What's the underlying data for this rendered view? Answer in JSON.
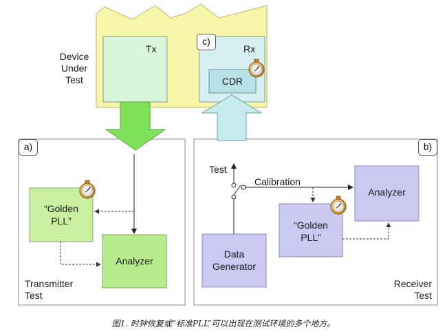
{
  "dut": {
    "label_line1": "Device",
    "label_line2": "Under",
    "label_line3": "Test",
    "tx_label": "Tx",
    "rx_label": "Rx",
    "cdr_label": "CDR",
    "rx_tag": "c)"
  },
  "transmitter_test": {
    "tag": "a)",
    "golden_pll_line1": "“Golden",
    "golden_pll_line2": "PLL”",
    "analyzer_label": "Analyzer",
    "title_line1": "Transmitter",
    "title_line2": "Test"
  },
  "receiver_test": {
    "tag": "b)",
    "test_label": "Test",
    "calibration_label": "Calibration",
    "analyzer_label": "Analyzer",
    "golden_pll_line1": "“Golden",
    "golden_pll_line2": "PLL”",
    "data_generator_line1": "Data",
    "data_generator_line2": "Generator",
    "title_line1": "Receiver",
    "title_line2": "Test"
  },
  "caption": "图1. 时钟恢复或“标准PLL”可以出现在测试环境的多个地方。",
  "colors": {
    "dut_background": "#f6f5a8",
    "tx_box": "#d9f5d9",
    "rx_box": "#d6eff1",
    "transmit_arrow": "#7fe05a",
    "receive_arrow": "#c6ebef",
    "golden_pll_tx": "#c8f0a0",
    "analyzer_tx": "#b6ea8c",
    "receiver_boxes": "#c9c9f2",
    "panel_border": "#888888"
  },
  "icons": {
    "stopwatch": "stopwatch-icon"
  }
}
